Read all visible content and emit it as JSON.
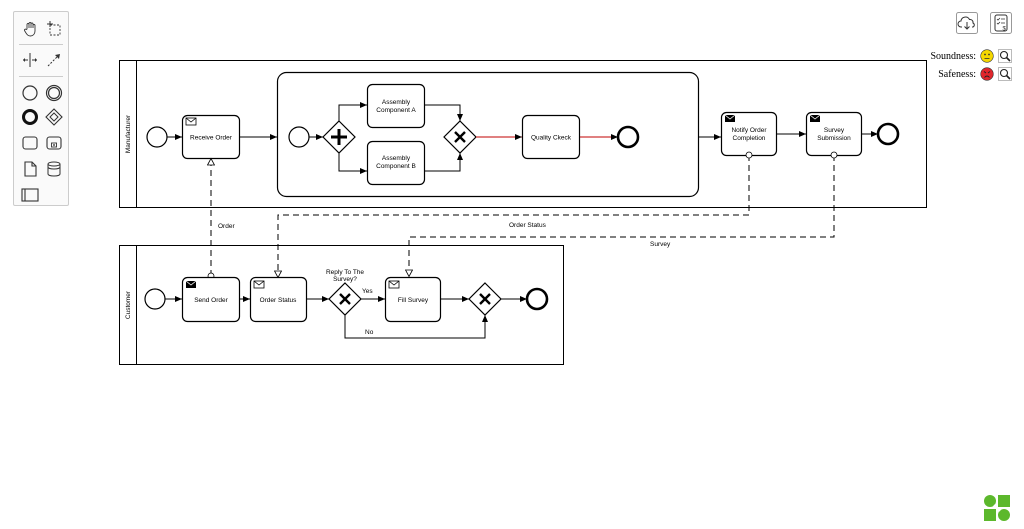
{
  "toolbar": {
    "tools": [
      "hand-tool-icon",
      "lasso-tool-icon",
      "space-tool-icon",
      "connect-tool-icon",
      "start-event-icon",
      "intermediate-event-icon",
      "end-event-icon",
      "gateway-icon",
      "task-icon",
      "subprocess-icon",
      "data-object-icon",
      "data-store-icon",
      "pool-icon"
    ]
  },
  "actions": {
    "download_icon": "cloud-download-icon",
    "verify_icon": "verify-icon"
  },
  "status": {
    "soundness_label": "Soundness:",
    "safeness_label": "Safeness:",
    "soundness_color": "#f5d800",
    "safeness_color": "#e0262c"
  },
  "pools": {
    "manufacturer": "Manufacturer",
    "customer": "Customer"
  },
  "tasks": {
    "receive_order": "Receive Order",
    "assembly_a_1": "Assembly",
    "assembly_a_2": "Component A",
    "assembly_b_1": "Assembly",
    "assembly_b_2": "Component B",
    "quality_check": "Quality Ckeck",
    "notify_1": "Notify Order",
    "notify_2": "Completion",
    "survey_1": "Survey",
    "survey_2": "Submission",
    "send_order": "Send Order",
    "order_status": "Order Status",
    "fill_survey": "Fill Survey"
  },
  "labels": {
    "order": "Order",
    "order_status": "Order Status",
    "survey": "Survey",
    "gateway_q1": "Reply To The",
    "gateway_q2": "Survey?",
    "yes": "Yes",
    "no": "No"
  },
  "colors": {
    "stroke": "#000000",
    "red_flow": "#c00000",
    "logo": "#5cb82c"
  }
}
